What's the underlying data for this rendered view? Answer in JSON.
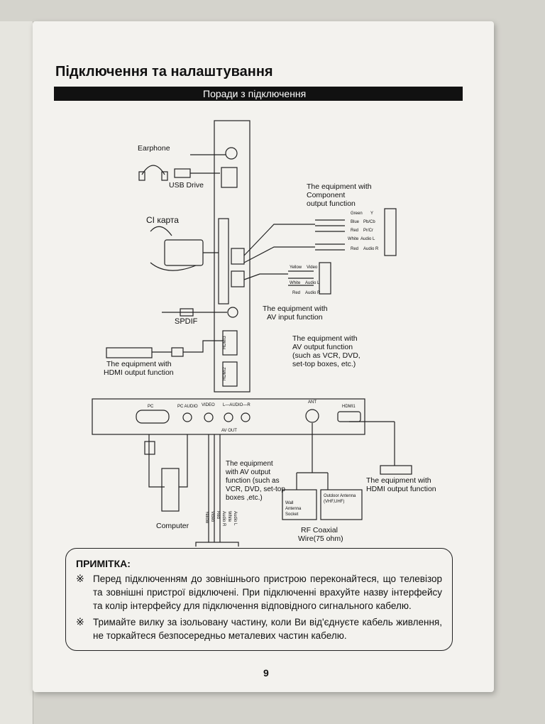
{
  "page": {
    "title": "Підключення та налаштування",
    "section_banner": "Поради з підключення",
    "page_number": "9"
  },
  "diagram": {
    "earphone": "Earphone",
    "usb_drive": "USB Drive",
    "ci_card": "CI   карта",
    "spdif": "SPDIF",
    "component_equipment": [
      "The equipment with",
      "Component",
      "output function"
    ],
    "component_ports": {
      "green": "Green",
      "y": "Y",
      "blue": "Blue",
      "pb_cb": "Pb/Cb",
      "red": "Red",
      "pr_cr": "Pr/Cr",
      "white": "White",
      "audio_l": "Audio L",
      "red2": "Red",
      "audio_r": "Audio R"
    },
    "av_input_ports": {
      "yellow": "Yellow",
      "video": "Video",
      "white": "White",
      "audio_l": "Audio L",
      "red": "Red",
      "audio_r": "Audio R"
    },
    "av_input_equipment": [
      "The equipment with",
      "AV input function"
    ],
    "av_output_equipment_right": [
      "The equipment with",
      "AV output function",
      "(such as VCR, DVD,",
      "set-top boxes, etc.)"
    ],
    "hdmi_left_equipment": [
      "The equipment with",
      "HDMI output function"
    ],
    "side_panel": {
      "hdmi3": "HDMI3",
      "hdmi2": "HDMI2"
    },
    "bottom_panel": {
      "pc": "PC",
      "pc_audio": "PC AUDIO",
      "video": "VIDEO",
      "audio": "L—AUDIO—R",
      "av_out": "AV OUT",
      "ant": "ANT",
      "hdmi1": "HDMI1"
    },
    "av_output_equipment_bottom": [
      "The equipment",
      "with AV output",
      "function (such as",
      "VCR, DVD, set-top",
      "boxes ,etc.)"
    ],
    "computer": "Computer",
    "bottom_av_ports": {
      "yellow": "Yellow",
      "red": "Red",
      "white": "White",
      "video": "Video",
      "audio_r": "Audio R",
      "audio_l": "Audio L"
    },
    "wall_antenna": [
      "Wall",
      "Antenna",
      "Socket"
    ],
    "outdoor_antenna": [
      "Outdoor Antenna",
      "(VHF,UHF)"
    ],
    "rf_coaxial": [
      "RF Coaxial",
      "Wire(75 ohm)"
    ],
    "hdmi_right_equipment": [
      "The equipment with",
      "HDMI output function"
    ]
  },
  "note": {
    "title": "ПРИМІТКА:",
    "mark": "※",
    "items": [
      "Перед підключенням до зовнішнього пристрою переконайтеся, що телевізор та зовнішні пристрої відключені. При підключенні врахуйте назву інтерфейсу та колір інтерфейсу для підключення відповідного сигнального кабелю.",
      "Тримайте вилку за ізольовану частину, коли Ви від'єднуєте кабель живлення, не торкайтеся безпосередньо металевих частин кабелю."
    ]
  }
}
